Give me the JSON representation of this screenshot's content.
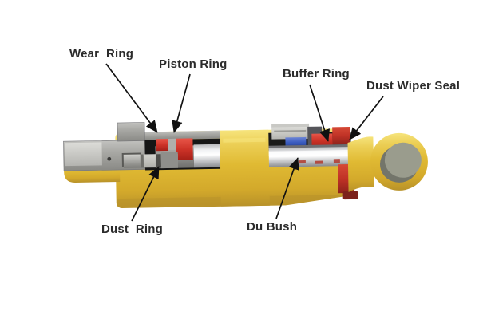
{
  "diagram": {
    "subject": "hydraulic-cylinder-cutaway",
    "labels": [
      {
        "id": "wear-ring",
        "text": "Wear  Ring"
      },
      {
        "id": "piston-ring",
        "text": "Piston Ring"
      },
      {
        "id": "buffer-ring",
        "text": "Buffer Ring"
      },
      {
        "id": "dust-wiper-seal",
        "text": "Dust Wiper Seal"
      },
      {
        "id": "dust-ring",
        "text": "Dust  Ring"
      },
      {
        "id": "du-bush",
        "text": "Du Bush"
      }
    ],
    "colors": {
      "background": "#ffffff",
      "label_text": "#2b2b2b",
      "leader_line": "#111111",
      "barrel_yellow": "#e0ba33",
      "barrel_yellow_light": "#f6e47c",
      "barrel_yellow_dark": "#b8922a",
      "metal_gray": "#a8a8a4",
      "metal_gray_light": "#d4d4d0",
      "cavity_black": "#161616",
      "seal_red": "#cd3328",
      "seal_blue": "#3a5bbf",
      "chrome_highlight": "#ffffff",
      "head_red_band": "#c03226",
      "head_maroon": "#7c221c",
      "eye_hole_gray": "#9a9c8d",
      "dark_block_gray": "#55555a",
      "rod_groove_dark": "#4d4d4a"
    }
  }
}
